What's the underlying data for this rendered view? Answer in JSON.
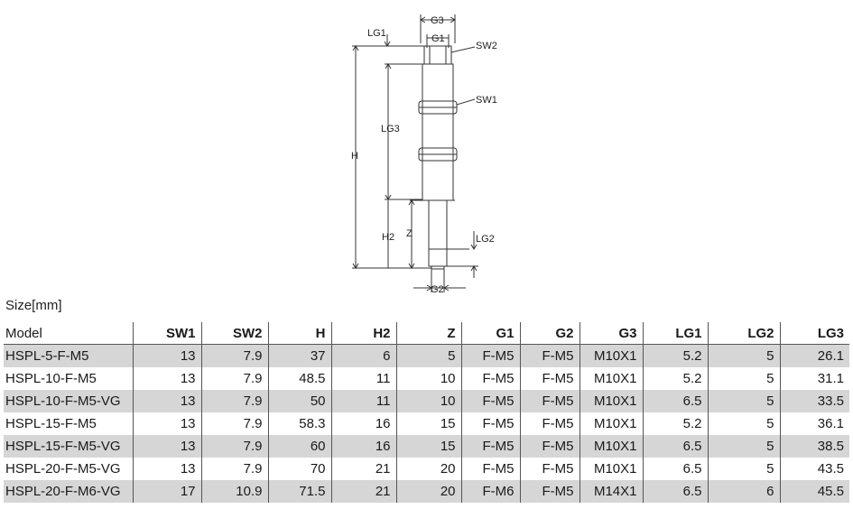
{
  "drawing": {
    "labels": {
      "lg1": "LG1",
      "g3": "G3",
      "g1": "G1",
      "sw2": "SW2",
      "sw1": "SW1",
      "lg3": "LG3",
      "h": "H",
      "h2": "H2",
      "z": "Z",
      "lg2": "LG2",
      "g2": "G2"
    }
  },
  "size_label": "Size[mm]",
  "table": {
    "columns": [
      "Model",
      "SW1",
      "SW2",
      "H",
      "H2",
      "Z",
      "G1",
      "G2",
      "G3",
      "LG1",
      "LG2",
      "LG3"
    ],
    "rows": [
      [
        "HSPL-5-F-M5",
        "13",
        "7.9",
        "37",
        "6",
        "5",
        "F-M5",
        "F-M5",
        "M10X1",
        "5.2",
        "5",
        "26.1"
      ],
      [
        "HSPL-10-F-M5",
        "13",
        "7.9",
        "48.5",
        "11",
        "10",
        "F-M5",
        "F-M5",
        "M10X1",
        "5.2",
        "5",
        "31.1"
      ],
      [
        "HSPL-10-F-M5-VG",
        "13",
        "7.9",
        "50",
        "11",
        "10",
        "F-M5",
        "F-M5",
        "M10X1",
        "6.5",
        "5",
        "33.5"
      ],
      [
        "HSPL-15-F-M5",
        "13",
        "7.9",
        "58.3",
        "16",
        "15",
        "F-M5",
        "F-M5",
        "M10X1",
        "5.2",
        "5",
        "36.1"
      ],
      [
        "HSPL-15-F-M5-VG",
        "13",
        "7.9",
        "60",
        "16",
        "15",
        "F-M5",
        "F-M5",
        "M10X1",
        "6.5",
        "5",
        "38.5"
      ],
      [
        "HSPL-20-F-M5-VG",
        "13",
        "7.9",
        "70",
        "21",
        "20",
        "F-M5",
        "F-M5",
        "M10X1",
        "6.5",
        "5",
        "43.5"
      ],
      [
        "HSPL-20-F-M6-VG",
        "17",
        "10.9",
        "71.5",
        "21",
        "20",
        "F-M6",
        "F-M5",
        "M14X1",
        "6.5",
        "6",
        "45.5"
      ]
    ]
  }
}
